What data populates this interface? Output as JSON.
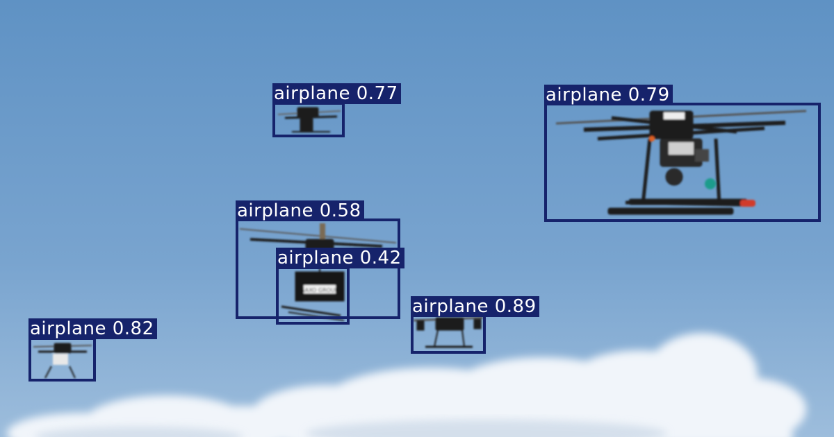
{
  "detections": [
    {
      "class": "airplane",
      "score": "0.77"
    },
    {
      "class": "airplane",
      "score": "0.79"
    },
    {
      "class": "airplane",
      "score": "0.58"
    },
    {
      "class": "airplane",
      "score": "0.42"
    },
    {
      "class": "airplane",
      "score": "0.89"
    },
    {
      "class": "airplane",
      "score": "0.82"
    }
  ],
  "colors": {
    "sky_top": "#5c8fc2",
    "sky_bottom": "#9fbfdd",
    "cloud": "#f3f6fa",
    "box": "#16236b",
    "label_text": "#ffffff"
  }
}
